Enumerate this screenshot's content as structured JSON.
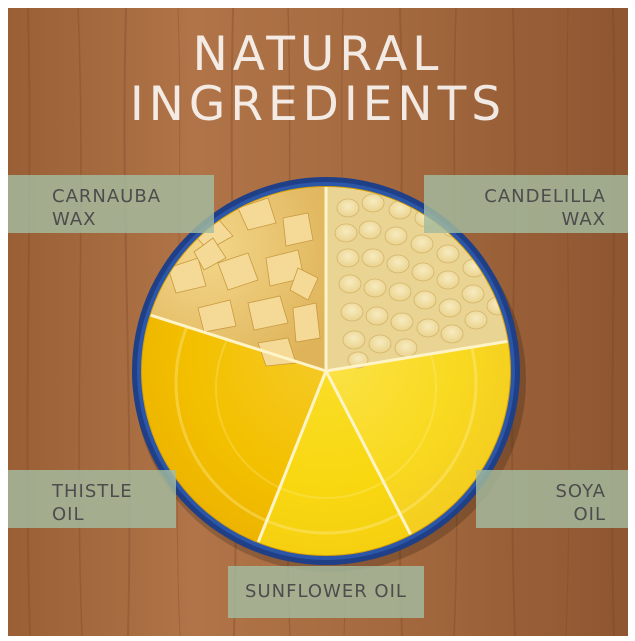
{
  "title": {
    "line1": "NATURAL",
    "line2": "INGREDIENTS"
  },
  "ingredients": [
    {
      "line1": "CARNAUBA",
      "line2": "WAX"
    },
    {
      "line1": "CANDELILLA",
      "line2": "WAX"
    },
    {
      "line1": "THISTLE",
      "line2": "OIL"
    },
    {
      "line1": "SOYA",
      "line2": "OIL"
    },
    {
      "line1": "SUNFLOWER OIL"
    }
  ],
  "colors": {
    "wood": "#a56a3f",
    "bowl_rim": "#1f3f86",
    "label_bg": "#a4bca0",
    "label_text": "#4d4d4d",
    "carnauba": "#e8c46e",
    "candelilla": "#f1dfa2",
    "oil": "#f7d300"
  }
}
